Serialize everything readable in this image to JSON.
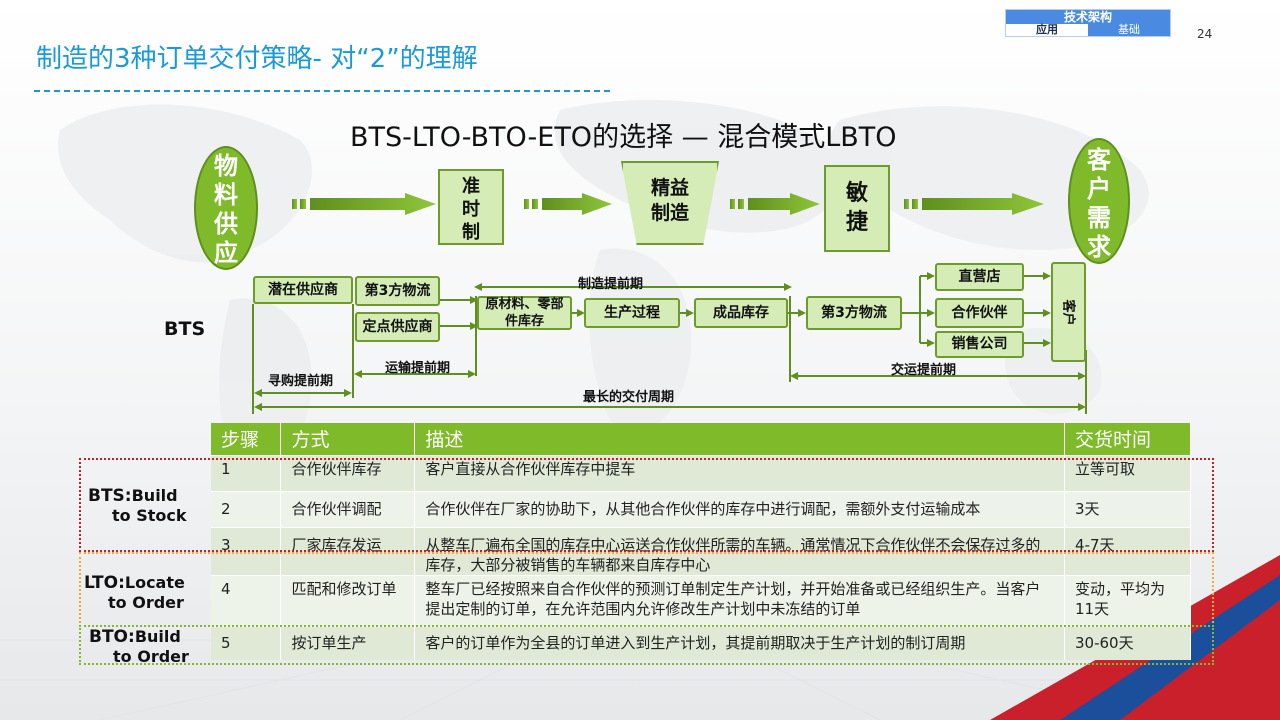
{
  "header": {
    "title": "制造的3种订单交付策略- 对“2”的理解",
    "tag_top": "技术架构",
    "tag_left": "应用",
    "tag_right": "基础",
    "page_number": "24"
  },
  "diagram": {
    "subtitle": "BTS-LTO-BTO-ETO的选择 — 混合模式LBTO",
    "left_oval": [
      "物",
      "料",
      "供",
      "应"
    ],
    "right_oval": [
      "客",
      "户",
      "需",
      "求"
    ],
    "stage_jit": [
      "准",
      "时",
      "制"
    ],
    "stage_lean": [
      "精益",
      "制造"
    ],
    "stage_agile": [
      "敏",
      "捷"
    ],
    "row_label": "BTS",
    "boxes": {
      "potential_supplier": "潜在供应商",
      "third_party_logistics_in": "第3方物流",
      "designated_supplier": "定点供应商",
      "raw_material": "原材料、零部件库存",
      "production": "生产过程",
      "finished_goods": "成品库存",
      "third_party_logistics_out": "第3方物流",
      "direct_store": "直营店",
      "partner": "合作伙伴",
      "sales_company": "销售公司",
      "customer": "客户"
    },
    "lead_times": {
      "manufacturing": "制造提前期",
      "sourcing": "寻购提前期",
      "transport": "运输提前期",
      "delivery": "交运提前期",
      "longest": "最长的交付周期"
    }
  },
  "table": {
    "headers": [
      "步骤",
      "方式",
      "描述",
      "交货时间"
    ],
    "rows": [
      {
        "step": "1",
        "mode": "合作伙伴库存",
        "desc": "客户直接从合作伙伴库存中提车",
        "time": "立等可取"
      },
      {
        "step": "2",
        "mode": "合作伙伴调配",
        "desc": "合作伙伴在厂家的协助下，从其他合作伙伴的库存中进行调配，需额外支付运输成本",
        "time": "3天"
      },
      {
        "step": "3",
        "mode": "厂家库存发运",
        "desc": "从整车厂遍布全国的库存中心运送合作伙伴所需的车辆。通常情况下合作伙伴不会保存过多的库存，大部分被销售的车辆都来自库存中心",
        "time": "4-7天"
      },
      {
        "step": "4",
        "mode": "匹配和修改订单",
        "desc": "整车厂已经按照来自合作伙伴的预测订单制定生产计划，并开始准备或已经组织生产。当客户提出定制的订单，在允许范围内允许修改生产计划中未冻结的订单",
        "time": "变动，平均为11天"
      },
      {
        "step": "5",
        "mode": "按订单生产",
        "desc": "客户的订单作为全县的订单进入到生产计划，其提前期取决于生产计划的制订周期",
        "time": "30-60天"
      }
    ]
  },
  "categories": {
    "bts_abbr": "BTS:",
    "bts_rest1": "Build",
    "bts_rest2": "to Stock",
    "lto_abbr": "LTO:",
    "lto_rest1": "Locate",
    "lto_rest2": "to Order",
    "bto_abbr": "BTO:",
    "bto_rest1": "Build",
    "bto_rest2": "to Order"
  },
  "colors": {
    "accent_blue": "#1a9ad6",
    "green": "#7fba2a",
    "light_green": "#d5ecb7",
    "red_dash": "#c0202a",
    "orange_dash": "#f2a93b"
  }
}
